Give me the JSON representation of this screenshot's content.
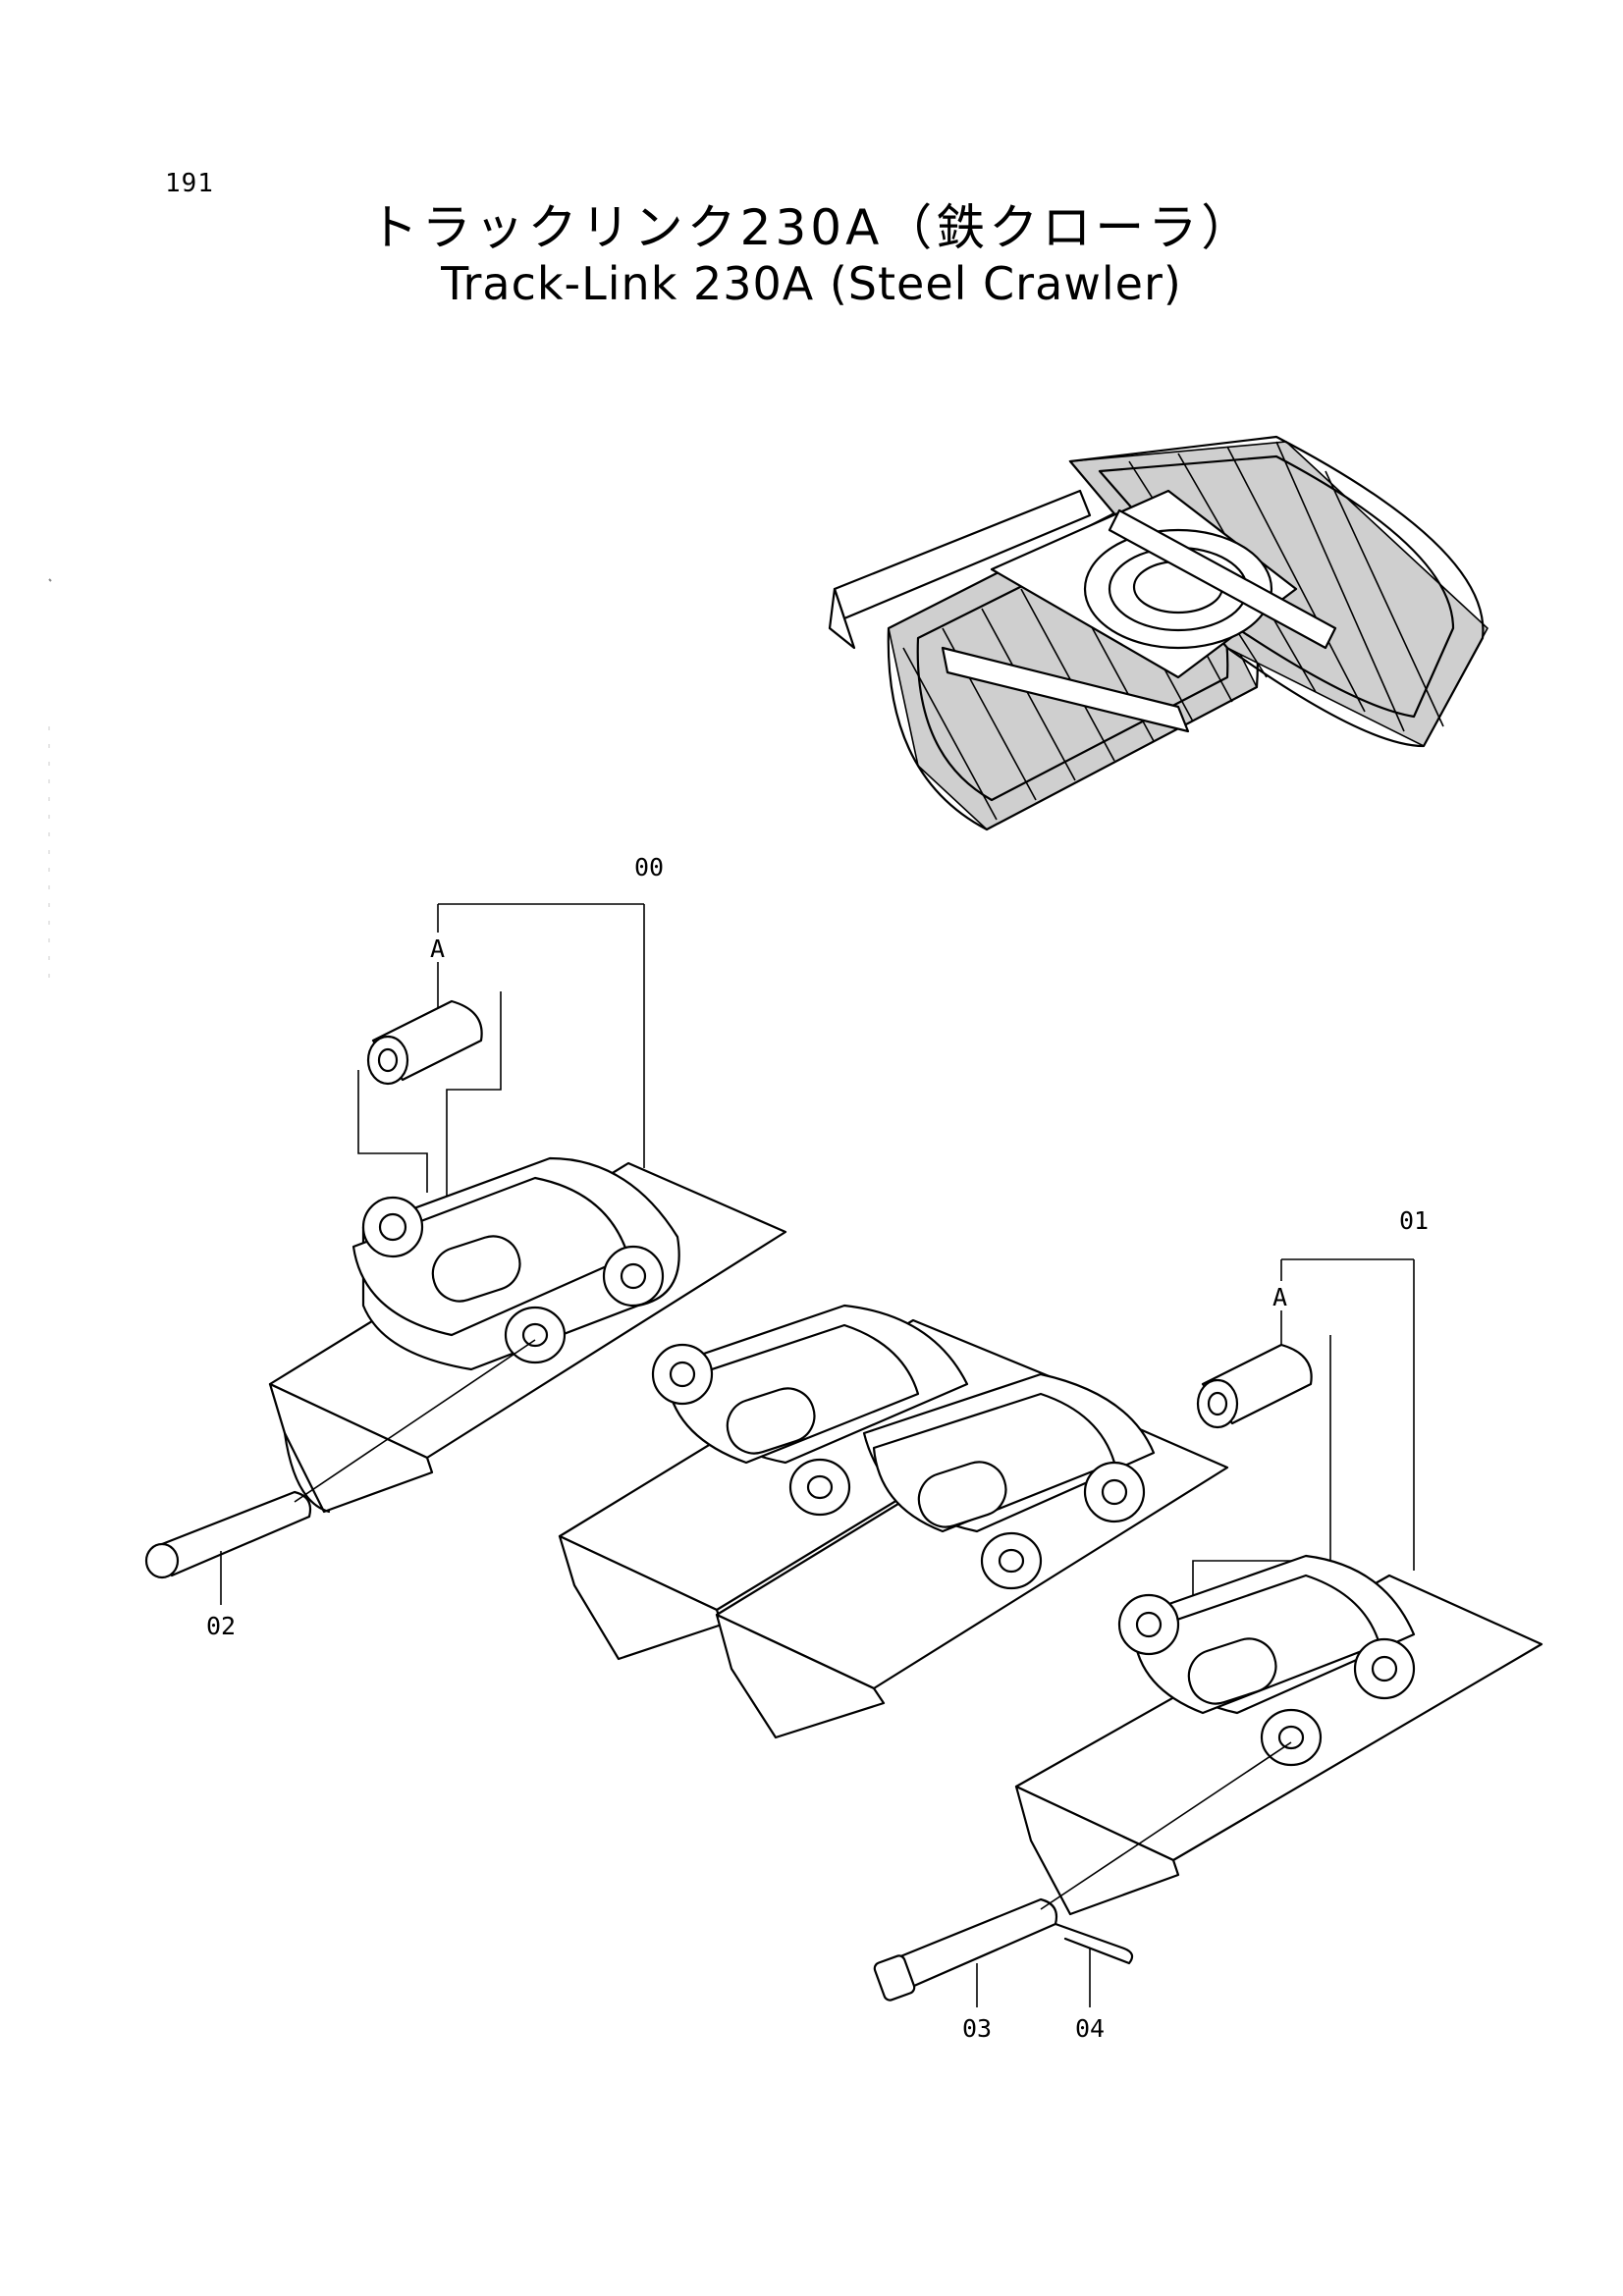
{
  "page": {
    "number": "191",
    "title_jp": "トラックリンク230A（鉄クローラ）",
    "title_en": "Track-Link 230A (Steel Crawler)"
  },
  "callouts": {
    "assembly_00": "00",
    "assembly_01": "01",
    "part_02": "02",
    "part_03": "03",
    "part_04": "04",
    "ref_a_left": "A",
    "ref_a_right": "A"
  }
}
